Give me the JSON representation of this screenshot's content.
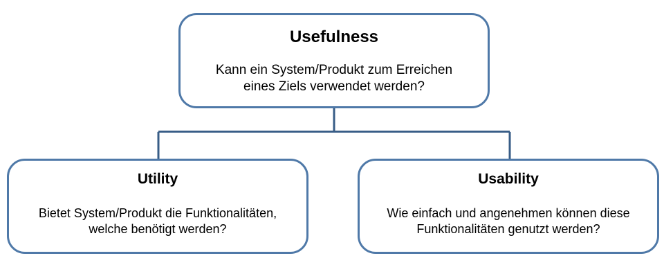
{
  "diagram": {
    "colors": {
      "border": "#4f79a8",
      "connector": "#385d87",
      "background": "#ffffff",
      "text": "#000000"
    },
    "root": {
      "title": "Usefulness",
      "text": "Kann ein System/Produkt zum Erreichen\neines Ziels verwendet werden?"
    },
    "children": [
      {
        "title": "Utility",
        "text": "Bietet System/Produkt die Funktionalitäten,\nwelche benötigt werden?"
      },
      {
        "title": "Usability",
        "text": "Wie einfach und angenehmen können diese\nFunktionalitäten genutzt werden?"
      }
    ]
  }
}
